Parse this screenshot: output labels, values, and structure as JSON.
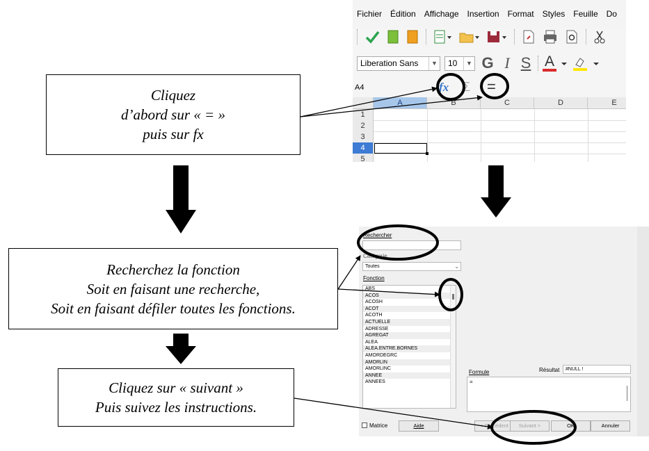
{
  "notes": {
    "step1": [
      "Cliquez",
      "d’abord sur « = »",
      "puis sur fx"
    ],
    "step2": [
      "Recherchez la fonction",
      "Soit en faisant une recherche,",
      "Soit en faisant défiler toutes les fonctions."
    ],
    "step3": [
      "Cliquez sur « suivant »",
      "Puis suivez les instructions."
    ]
  },
  "calc": {
    "menu": [
      "Fichier",
      "Édition",
      "Affichage",
      "Insertion",
      "Format",
      "Styles",
      "Feuille",
      "Do"
    ],
    "font_name": "Liberation Sans",
    "font_size": "10",
    "name_box": "A4",
    "fx_label": "fx",
    "sum_label": "Σ",
    "equals_label": "=",
    "columns": [
      "A",
      "B",
      "C",
      "D",
      "E"
    ],
    "rows": [
      "1",
      "2",
      "3",
      "4",
      "5"
    ],
    "active_cell": "A4",
    "format_buttons": {
      "bold": "G",
      "italic": "I",
      "underline": "S",
      "font_color": "A"
    },
    "colors": {
      "green_check": "#2da44e",
      "font_color_bar": "#d92b2b",
      "highlight_bar": "#ffe600",
      "selection": "#3d7bd4"
    }
  },
  "wizard": {
    "search_label": "Rechercher",
    "search_value": "",
    "category_label": "Catégorie",
    "category_value": "Toutes",
    "function_label": "Fonction",
    "functions": [
      "ABS",
      "ACOS",
      "ACOSH",
      "ACOT",
      "ACOTH",
      "ACTUELLE",
      "ADRESSE",
      "AGREGAT",
      "ALEA",
      "ALEA.ENTRE.BORNES",
      "AMORDEGRC",
      "AMORLIN",
      "AMORLINC",
      "ANNEE",
      "ANNEES"
    ],
    "formula_label": "Formule",
    "formula_value": "=",
    "result_label": "Résultat",
    "result_value": "#NULL !",
    "array_label": "Matrice",
    "buttons": {
      "help": "Aide",
      "back": "< Précédent",
      "next": "Suivant >",
      "ok": "OK",
      "cancel": "Annuler"
    }
  }
}
